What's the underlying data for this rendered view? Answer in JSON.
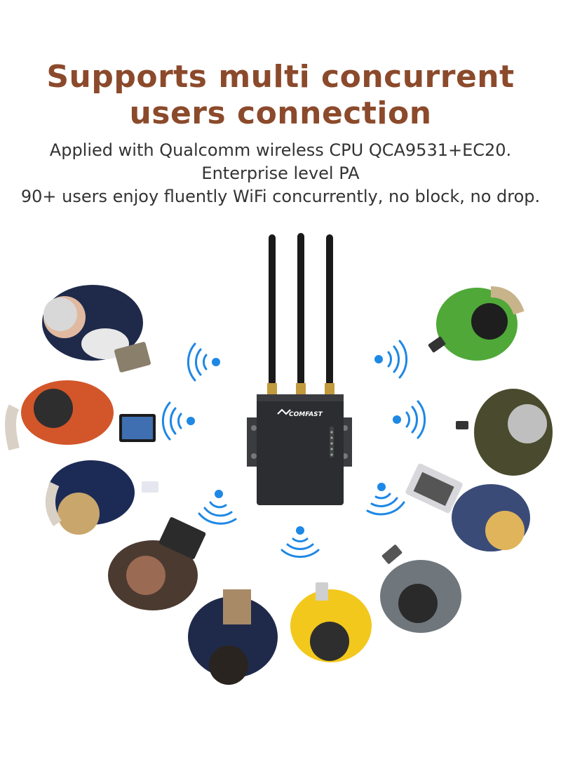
{
  "headline": {
    "line1": "Supports multi concurrent",
    "line2": "users connection"
  },
  "description": {
    "line1": "Applied with Qualcomm wireless CPU QCA9531+EC20.",
    "line2": "Enterprise level PA",
    "line3": "90+ users enjoy fluently WiFi concurrently, no block, no drop."
  },
  "router": {
    "brand": "COMFAST"
  },
  "colors": {
    "headline": "#8b4a2b",
    "wifi_signal": "#1e88e5",
    "router_body": "#2b2d30"
  }
}
